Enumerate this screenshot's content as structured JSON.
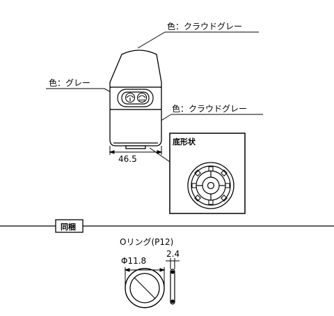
{
  "labels": {
    "top_color": "色：クラウドグレー",
    "mid_color": "色：グレー",
    "lower_color": "色：クラウドグレー",
    "width_dim": "46.5",
    "bottom_shape_title": "底形状",
    "bundle_title": "同梱",
    "oring_title": "Oリング(P12)",
    "oring_diameter": "Φ11.8",
    "oring_thickness": "2.4"
  }
}
